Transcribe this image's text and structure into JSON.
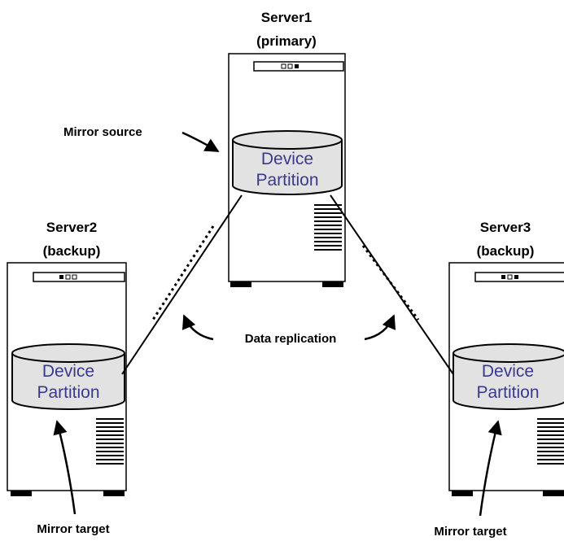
{
  "servers": [
    {
      "name": "Server1",
      "role": "(primary)",
      "disk_line1": "Device",
      "disk_line2": "Partition"
    },
    {
      "name": "Server2",
      "role": "(backup)",
      "disk_line1": "Device",
      "disk_line2": "Partition"
    },
    {
      "name": "Server3",
      "role": "(backup)",
      "disk_line1": "Device",
      "disk_line2": "Partition"
    }
  ],
  "labels": {
    "mirror_source": "Mirror source",
    "data_replication": "Data replication",
    "mirror_target_left": "Mirror target",
    "mirror_target_right": "Mirror target"
  },
  "colors": {
    "outline": "#000000",
    "disk_fill": "#e2e2e2",
    "disk_text": "#3a3a8c"
  }
}
